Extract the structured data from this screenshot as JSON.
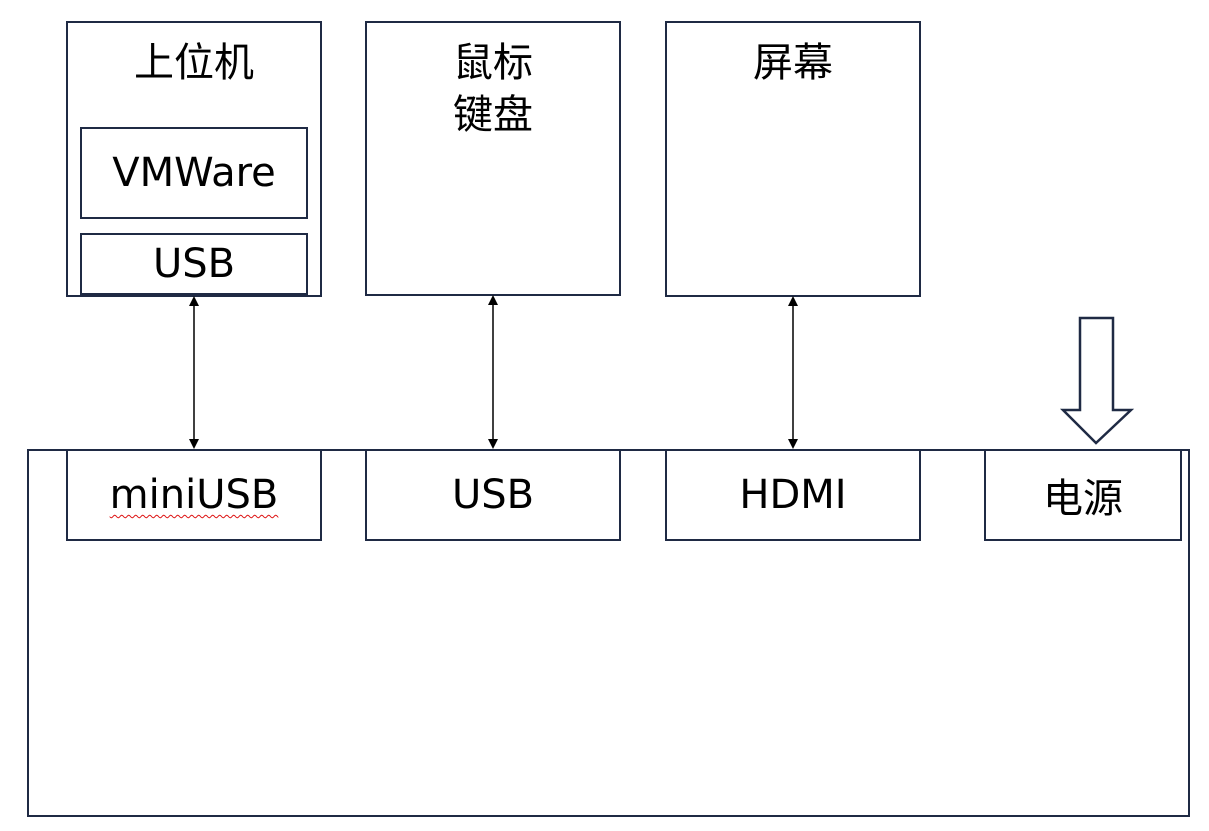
{
  "host": {
    "title": "上位机",
    "vm_label": "VMWare",
    "usb_label": "USB"
  },
  "mouse_keyboard": {
    "title": "鼠标\n键盘"
  },
  "screen": {
    "title": "屏幕"
  },
  "board": {
    "ports": {
      "miniusb": "miniUSB",
      "usb": "USB",
      "hdmi": "HDMI",
      "power": "电源"
    }
  },
  "colors": {
    "border": "#1f2a44",
    "spellcheck_squiggle": "#d11"
  },
  "icons": {
    "power_input_arrow": "down-arrow-outline-icon",
    "connector_arrows": "double-headed-arrow-icon"
  }
}
